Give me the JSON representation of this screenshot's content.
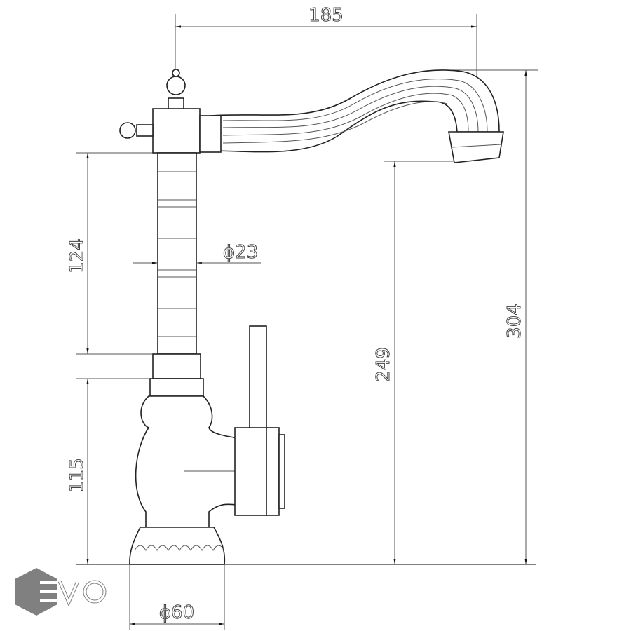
{
  "drawing": {
    "subject": "faucet-side-elevation",
    "dimensions": {
      "spout_reach": "185",
      "total_height": "304",
      "spout_outlet_height": "249",
      "upper_column_height": "124",
      "lower_body_height": "115",
      "column_diameter": "ϕ23",
      "base_diameter": "ϕ60"
    }
  },
  "logo": {
    "text": "EVO",
    "color": "#808080"
  }
}
